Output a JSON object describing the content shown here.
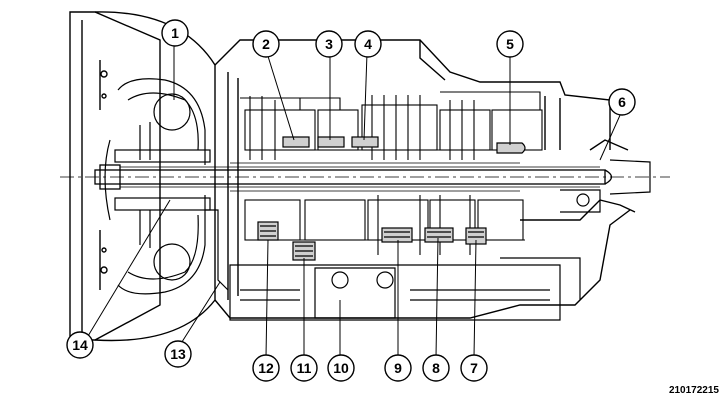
{
  "figure_id": "210172215",
  "callouts": [
    {
      "num": "1",
      "part": "callout-1"
    },
    {
      "num": "2",
      "part": "callout-2"
    },
    {
      "num": "3",
      "part": "callout-3"
    },
    {
      "num": "4",
      "part": "callout-4"
    },
    {
      "num": "5",
      "part": "callout-5"
    },
    {
      "num": "6",
      "part": "callout-6"
    },
    {
      "num": "7",
      "part": "callout-7"
    },
    {
      "num": "8",
      "part": "callout-8"
    },
    {
      "num": "9",
      "part": "callout-9"
    },
    {
      "num": "10",
      "part": "callout-10"
    },
    {
      "num": "11",
      "part": "callout-11"
    },
    {
      "num": "12",
      "part": "callout-12"
    },
    {
      "num": "13",
      "part": "callout-13"
    },
    {
      "num": "14",
      "part": "callout-14"
    }
  ],
  "colors": {
    "ink": "#000000",
    "paper": "#ffffff",
    "shade": "#d0d0d0"
  }
}
